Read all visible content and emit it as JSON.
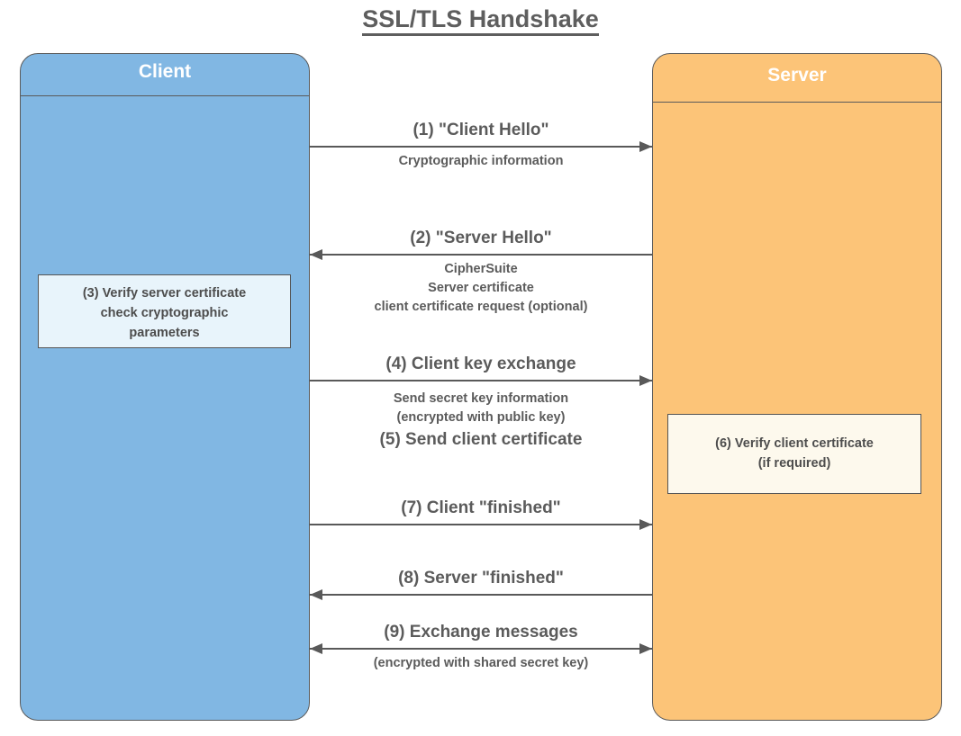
{
  "diagram": {
    "title": "SSL/TLS Handshake",
    "type": "sequence-diagram",
    "colors": {
      "client_fill": "#81b7e3",
      "server_fill": "#fcc478",
      "client_note_fill": "#e8f4fb",
      "server_note_fill": "#fdf9ed",
      "line": "#595959",
      "text": "#5b5b5b",
      "header_text": "#ffffff"
    },
    "participants": [
      {
        "id": "client",
        "label": "Client"
      },
      {
        "id": "server",
        "label": "Server"
      }
    ],
    "notes": [
      {
        "id": "note-3",
        "owner": "client",
        "lines": [
          "(3) Verify server certificate",
          "check cryptographic",
          "parameters"
        ]
      },
      {
        "id": "note-6",
        "owner": "server",
        "lines": [
          "(6) Verify client certificate",
          "(if required)"
        ]
      }
    ],
    "messages": [
      {
        "id": "msg-1",
        "step": "1",
        "direction": "right",
        "above": "(1) \"Client Hello\"",
        "below": [
          "Cryptographic information"
        ]
      },
      {
        "id": "msg-2",
        "step": "2",
        "direction": "left",
        "above": "(2) \"Server Hello\"",
        "below": [
          "CipherSuite",
          "Server certificate",
          "client certificate request (optional)"
        ]
      },
      {
        "id": "msg-4",
        "step": "4",
        "direction": "right",
        "above": "(4) Client key exchange",
        "below": [
          "Send secret key information",
          "(encrypted with public key)"
        ],
        "below_primary": "(5) Send client certificate"
      },
      {
        "id": "msg-7",
        "step": "7",
        "direction": "right",
        "above": "(7) Client \"finished\"",
        "below": []
      },
      {
        "id": "msg-8",
        "step": "8",
        "direction": "left",
        "above": "(8) Server \"finished\"",
        "below": []
      },
      {
        "id": "msg-9",
        "step": "9",
        "direction": "both",
        "above": "(9) Exchange messages",
        "below": [
          "(encrypted with shared secret key)"
        ]
      }
    ]
  }
}
